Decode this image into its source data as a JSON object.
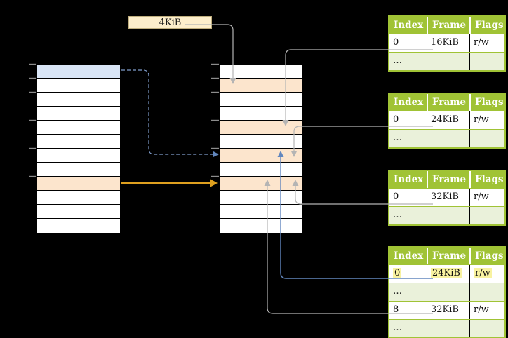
{
  "page_size_label": "4KiB",
  "colors": {
    "background": "#000000",
    "row_white": "#ffffff",
    "row_blue": "#d9e5f6",
    "row_orange": "#fce5cd",
    "label_box_bg": "#fdeecb",
    "label_box_border": "#bfae7e",
    "green_header": "#a0c335",
    "green_light_row": "#eaf1da",
    "green_border": "#a0c335",
    "highlight_yellow": "#f8f2a0",
    "connector_gray": "#b4b4b4",
    "connector_blue": "#6287be",
    "connector_blue_dashed": "#7f9ccb",
    "connector_orange": "#dfa01f",
    "tick_gray": "#8c8c8c"
  },
  "memory_columns": {
    "left": {
      "name": "left-memory-column",
      "rows": [
        "blue",
        "white",
        "white",
        "white",
        "white",
        "white",
        "white",
        "white",
        "orange",
        "white",
        "white",
        "white"
      ]
    },
    "middle": {
      "name": "middle-memory-column",
      "rows": [
        "white",
        "orange",
        "white",
        "white",
        "orange",
        "white",
        "orange",
        "white",
        "orange",
        "white",
        "white",
        "white"
      ]
    }
  },
  "entry_tables": [
    {
      "id": "page-table-1",
      "headers": [
        "Index",
        "Frame",
        "Flags"
      ],
      "rows": [
        {
          "cells": [
            "0",
            "16KiB",
            "r/w"
          ],
          "shade": false,
          "highlight": false
        },
        {
          "cells": [
            "…",
            "",
            ""
          ],
          "shade": true,
          "highlight": false
        }
      ]
    },
    {
      "id": "page-table-2",
      "headers": [
        "Index",
        "Frame",
        "Flags"
      ],
      "rows": [
        {
          "cells": [
            "0",
            "24KiB",
            "r/w"
          ],
          "shade": false,
          "highlight": false
        },
        {
          "cells": [
            "…",
            "",
            ""
          ],
          "shade": true,
          "highlight": false
        }
      ]
    },
    {
      "id": "page-table-3",
      "headers": [
        "Index",
        "Frame",
        "Flags"
      ],
      "rows": [
        {
          "cells": [
            "0",
            "32KiB",
            "r/w"
          ],
          "shade": false,
          "highlight": false
        },
        {
          "cells": [
            "…",
            "",
            ""
          ],
          "shade": true,
          "highlight": false
        }
      ]
    },
    {
      "id": "page-table-4",
      "headers": [
        "Index",
        "Frame",
        "Flags"
      ],
      "rows": [
        {
          "cells": [
            "0",
            "24KiB",
            "r/w"
          ],
          "shade": false,
          "highlight": true
        },
        {
          "cells": [
            "…",
            "",
            ""
          ],
          "shade": true,
          "highlight": false
        },
        {
          "cells": [
            "8",
            "32KiB",
            "r/w"
          ],
          "shade": false,
          "highlight": false
        },
        {
          "cells": [
            "…",
            "",
            ""
          ],
          "shade": true,
          "highlight": false
        }
      ]
    }
  ],
  "connectors": [
    {
      "id": "page-size-to-middle-row-2",
      "from": "page-size-label",
      "to": "middle-column-row-2",
      "color": "connector_gray",
      "style": "solid"
    },
    {
      "id": "pt1-row0-to-middle-row-5",
      "from": "page-table-1-row-0",
      "to": "middle-column-row-5",
      "color": "connector_gray",
      "style": "solid"
    },
    {
      "id": "pt2-row0-to-middle-row-7",
      "from": "page-table-2-row-0",
      "to": "middle-column-row-7",
      "color": "connector_gray",
      "style": "solid"
    },
    {
      "id": "pt3-row0-to-middle-row-9",
      "from": "page-table-3-row-0",
      "to": "middle-column-row-9",
      "color": "connector_gray",
      "style": "solid"
    },
    {
      "id": "pt4-row0-to-middle-row-7",
      "from": "page-table-4-row-0",
      "to": "middle-column-row-7",
      "color": "connector_blue",
      "style": "solid"
    },
    {
      "id": "pt4-row8-to-middle-row-9",
      "from": "page-table-4-row-8",
      "to": "middle-column-row-9",
      "color": "connector_gray",
      "style": "solid"
    },
    {
      "id": "left-row-0-to-middle-row-7",
      "from": "left-column-row-0",
      "to": "middle-column-row-7",
      "color": "connector_blue_dashed",
      "style": "dashed",
      "head_color": "connector_blue"
    },
    {
      "id": "left-row-8-to-middle-row-9",
      "from": "left-column-row-8",
      "to": "middle-column-row-9",
      "color": "connector_orange",
      "style": "solid",
      "width": 2.5
    }
  ]
}
